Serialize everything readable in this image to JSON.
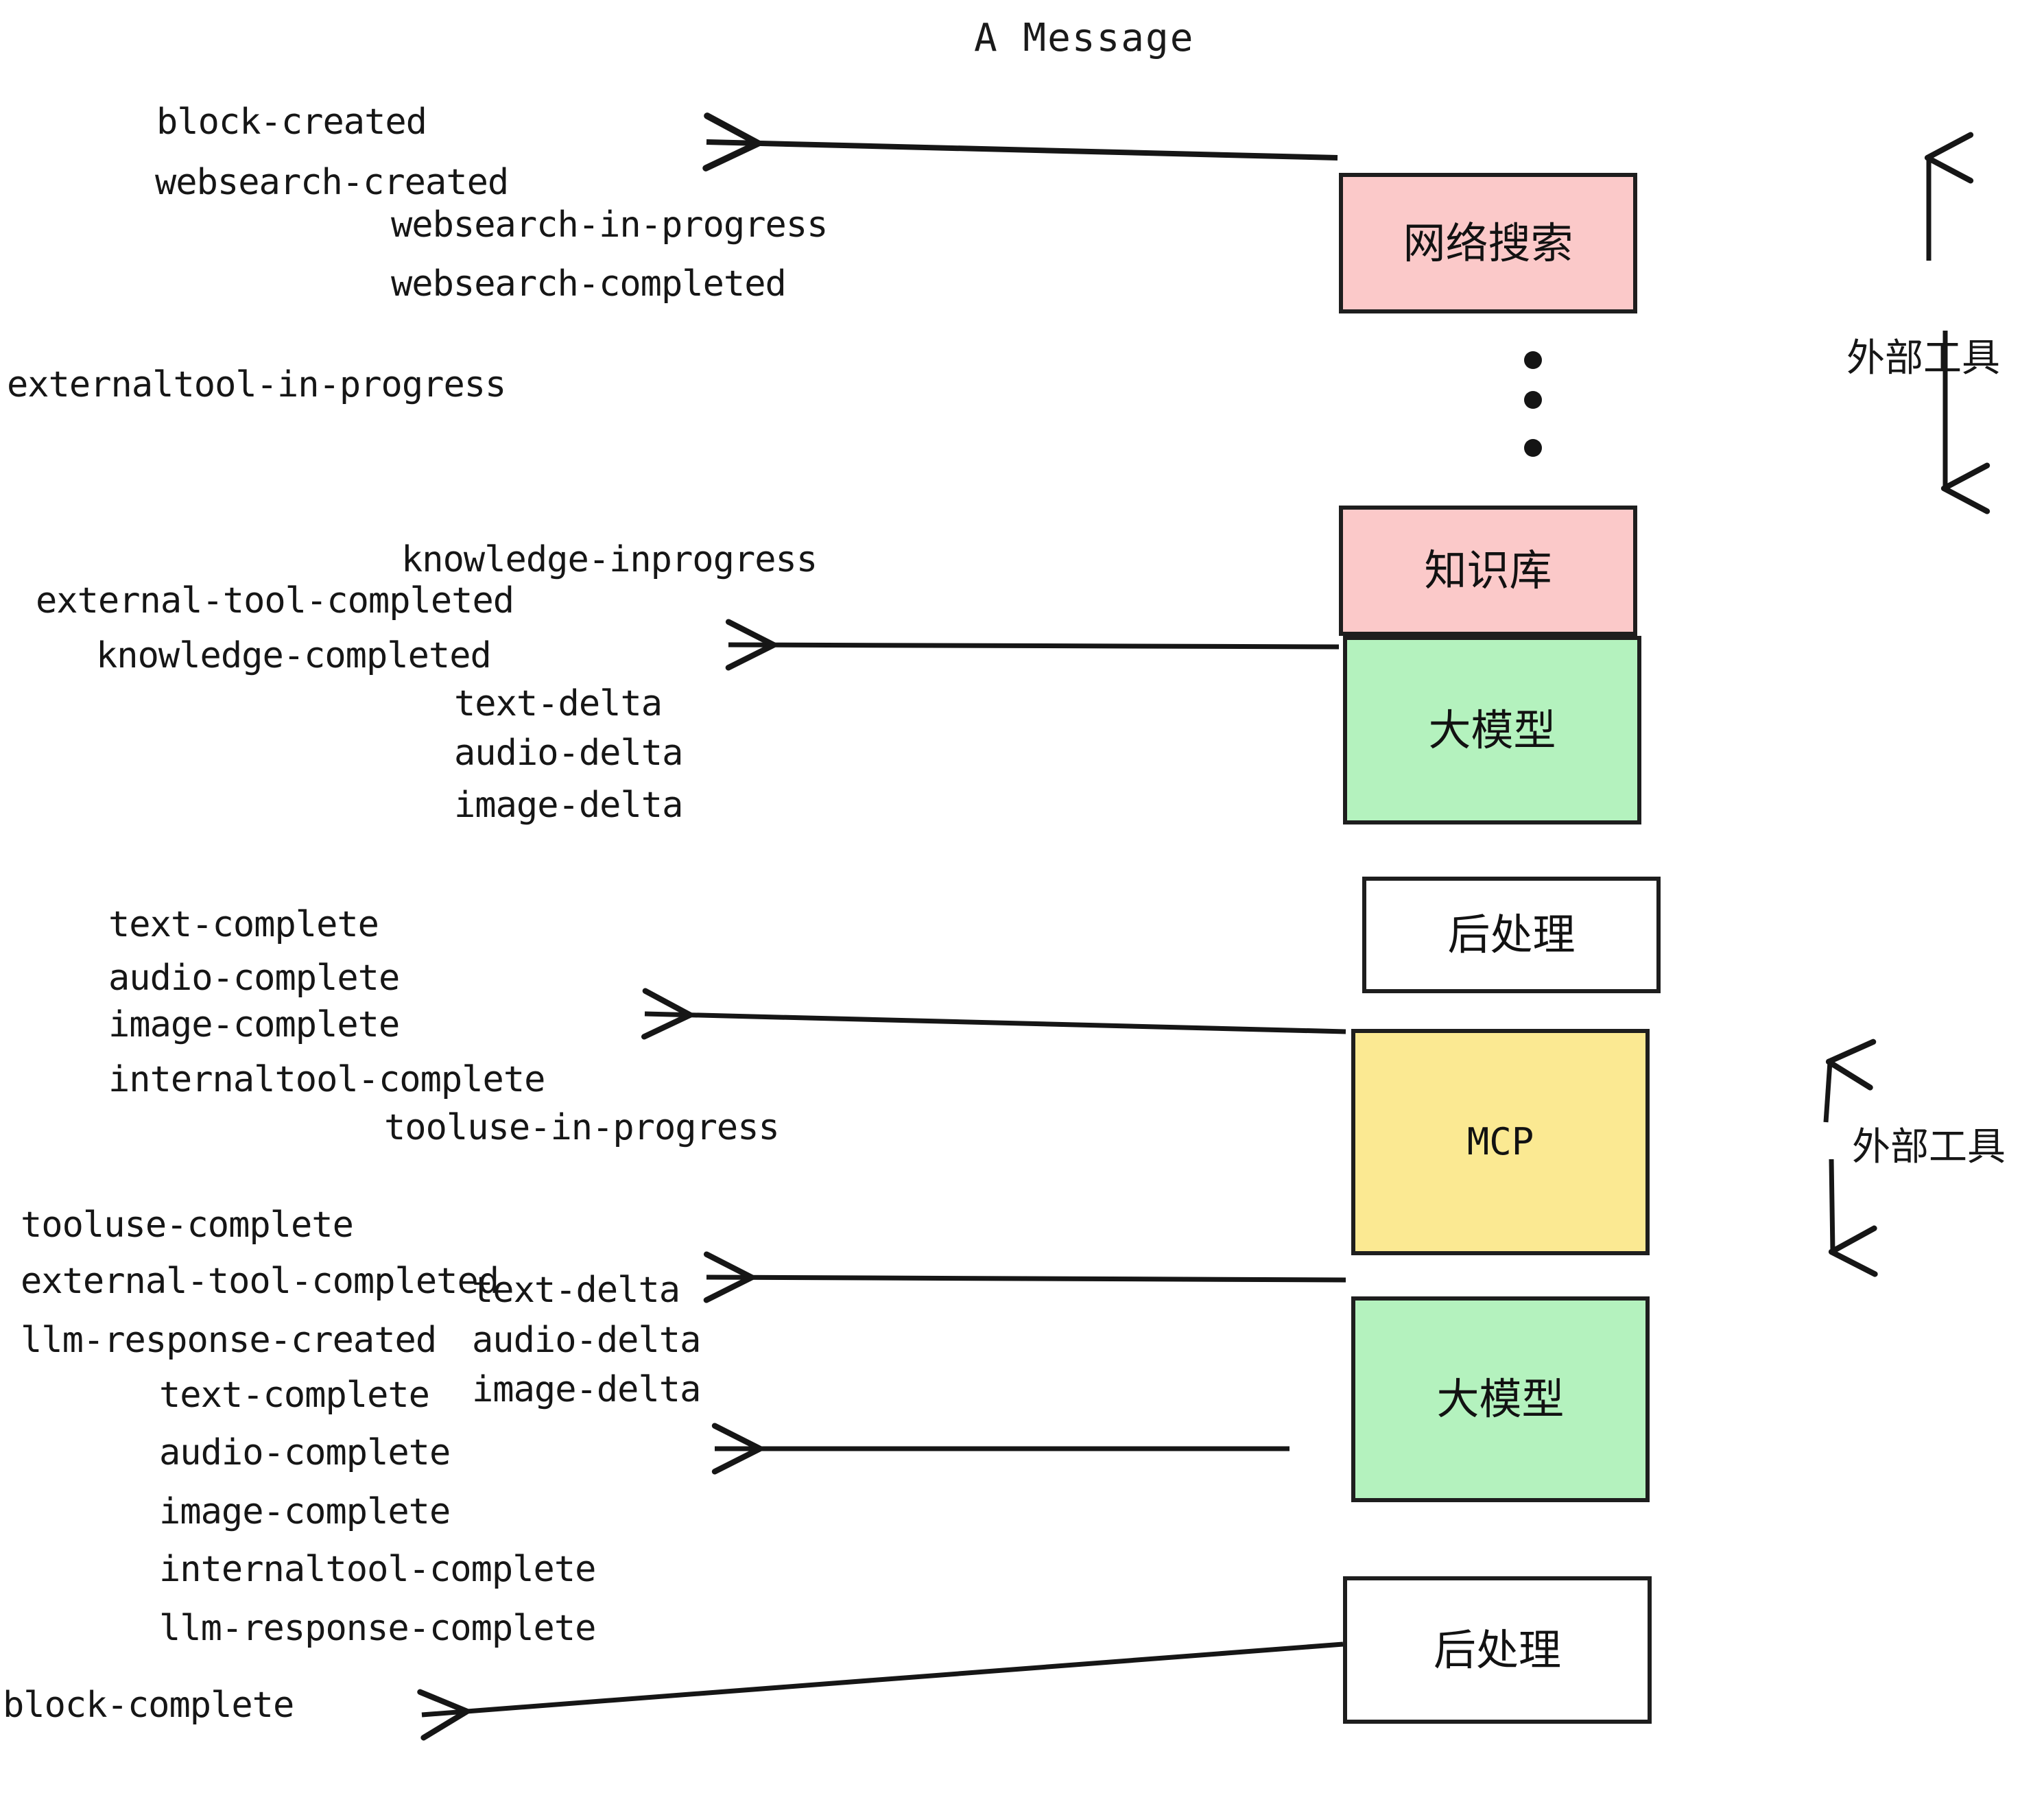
{
  "title": "A Message",
  "colors": {
    "pink": "#FBC9C9",
    "green": "#B4F2BE",
    "yellow": "#FBE992",
    "white": "#FFFFFF",
    "stroke": "#1E1E1E",
    "text": "#161616"
  },
  "boxes": [
    {
      "label": "网络搜索",
      "color": "pink",
      "name": "web-search-box"
    },
    {
      "label": "知识库",
      "color": "pink",
      "name": "knowledge-base-box"
    },
    {
      "label": "大模型",
      "color": "green",
      "name": "llm-box-1"
    },
    {
      "label": "后处理",
      "color": "white",
      "name": "postprocess-box-1"
    },
    {
      "label": "MCP",
      "color": "yellow",
      "name": "mcp-box"
    },
    {
      "label": "大模型",
      "color": "green",
      "name": "llm-box-2"
    },
    {
      "label": "后处理",
      "color": "white",
      "name": "postprocess-box-2"
    }
  ],
  "side_labels": [
    {
      "label": "外部工具",
      "name": "external-tool-label-top"
    },
    {
      "label": "外部工具",
      "name": "external-tool-label-bottom"
    }
  ],
  "events": {
    "block_created": "block-created",
    "websearch_created": "websearch-created",
    "websearch_in_progress": "websearch-in-progress",
    "websearch_completed": "websearch-completed",
    "externaltool_in_progress": "externaltool-in-progress",
    "knowledge_inprogress": "knowledge-inprogress",
    "external_tool_completed_1": "external-tool-completed",
    "knowledge_completed": "knowledge-completed",
    "text_delta_1": "text-delta",
    "audio_delta_1": "audio-delta",
    "image_delta_1": "image-delta",
    "text_complete_1": "text-complete",
    "audio_complete_1": "audio-complete",
    "image_complete_1": "image-complete",
    "internaltool_complete_1": "internaltool-complete",
    "tooluse_in_progress": "tooluse-in-progress",
    "tooluse_complete": "tooluse-complete",
    "external_tool_completed_2": "external-tool-completed",
    "llm_response_created": "llm-response-created",
    "text_delta_2": "text-delta",
    "audio_delta_2": "audio-delta",
    "image_delta_2": "image-delta",
    "text_complete_2": "text-complete",
    "audio_complete_2": "audio-complete",
    "image_complete_2": "image-complete",
    "internaltool_complete_2": "internaltool-complete",
    "llm_response_complete": "llm-response-complete",
    "block_complete": "block-complete"
  }
}
